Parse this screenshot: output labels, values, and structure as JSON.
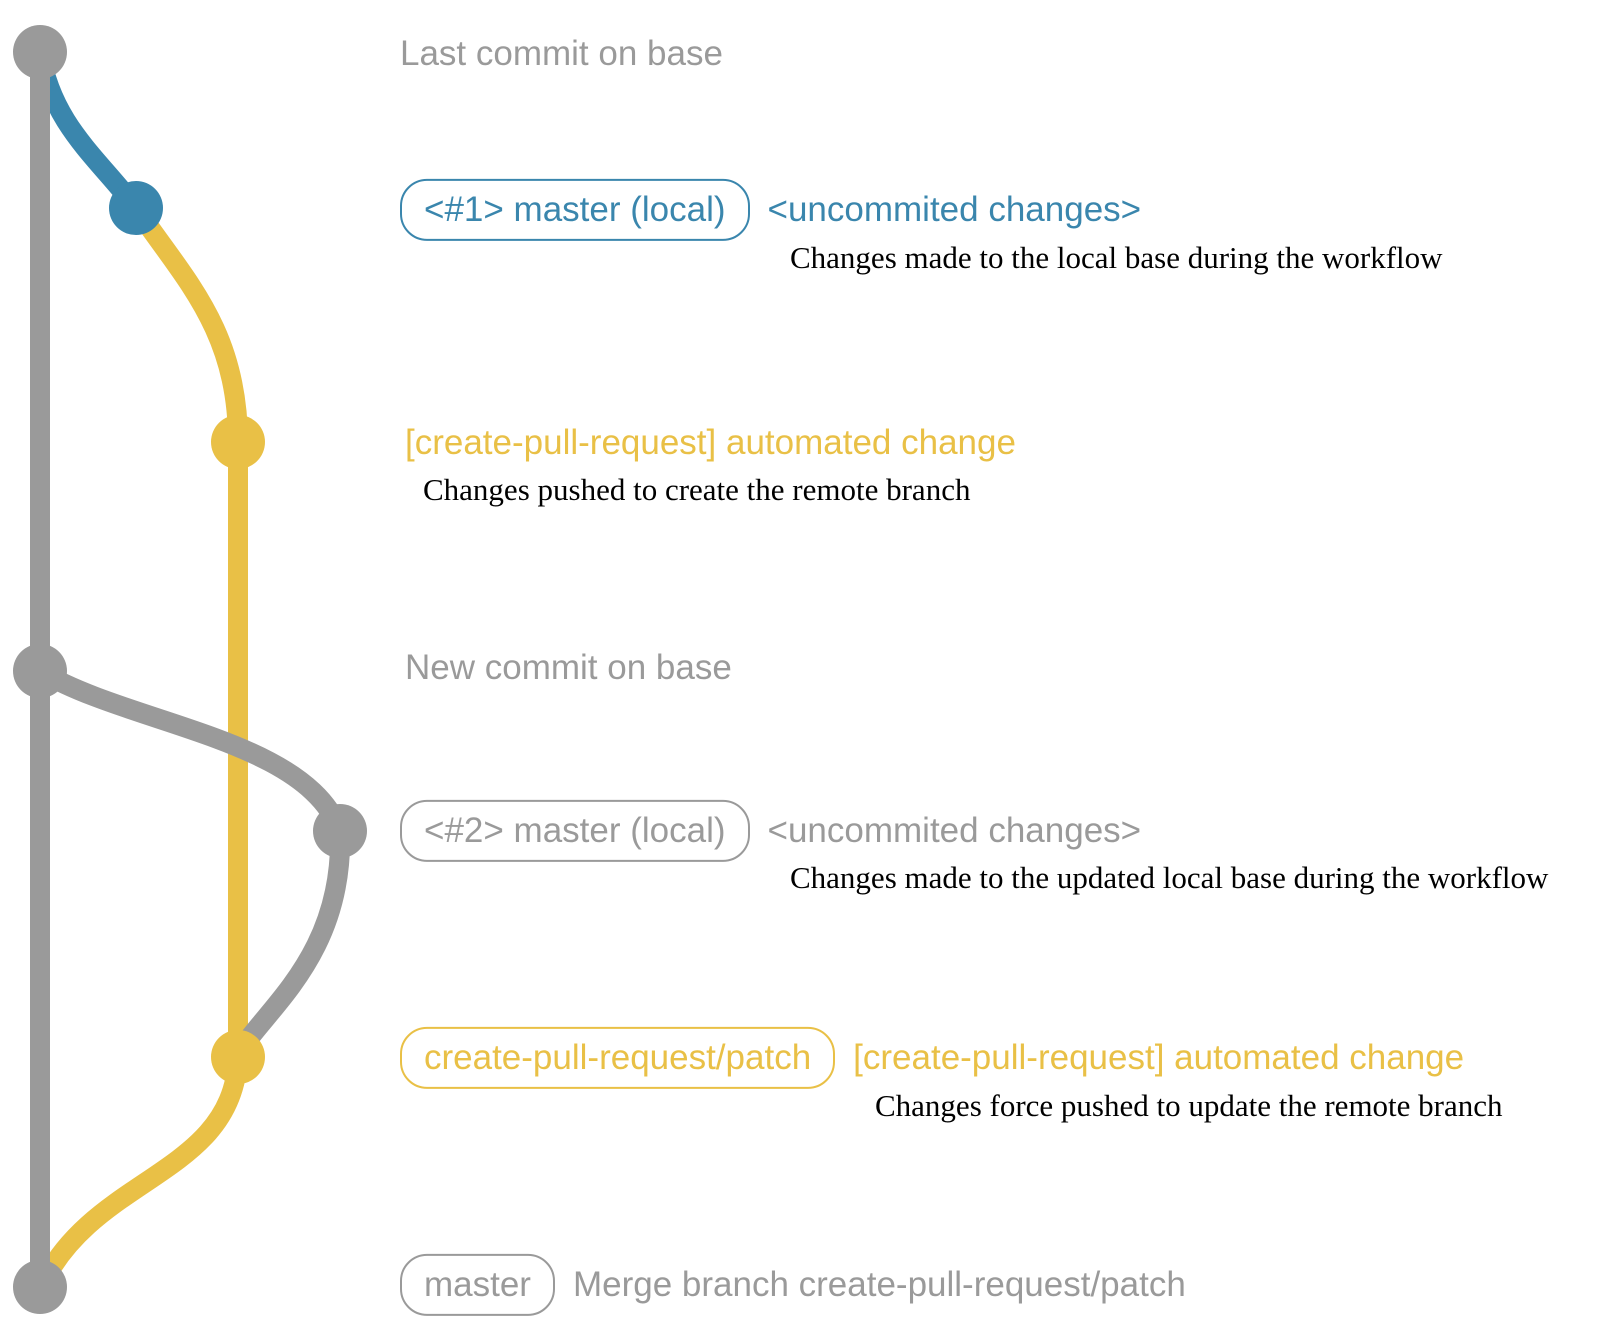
{
  "colors": {
    "gray": "#9a9a9a",
    "blue": "#3a86ad",
    "yellow": "#e9c046",
    "caption_text": "#000000",
    "background": "#ffffff"
  },
  "annotations": {
    "top_label": "Last commit on base",
    "row1_badge": "<#1> master (local)",
    "row1_label": "<uncommited changes>",
    "row1_caption": "Changes made to the local base during the workflow",
    "row2_label": "[create-pull-request] automated change",
    "row2_caption": "Changes pushed to create the remote branch",
    "mid_label": "New commit on base",
    "row3_badge": "<#2> master (local)",
    "row3_label": "<uncommited changes>",
    "row3_caption": "Changes made to the updated local base during the workflow",
    "row4_badge": "create-pull-request/patch",
    "row4_label": "[create-pull-request] automated change",
    "row4_caption": "Changes force pushed to update the remote branch",
    "row5_badge": "master",
    "row5_label": "Merge branch create-pull-request/patch"
  },
  "graph": {
    "branches": [
      {
        "id": "base",
        "color": "#9a9a9a"
      },
      {
        "id": "master-local",
        "color": "#3a86ad"
      },
      {
        "id": "create-pull-request/patch",
        "color": "#e9c046"
      }
    ],
    "commits": [
      {
        "name": "last-commit-on-base",
        "branch": "base",
        "color": "#9a9a9a"
      },
      {
        "name": "uncommitted-changes-1",
        "branch": "master-local",
        "color": "#3a86ad"
      },
      {
        "name": "automated-change-1",
        "branch": "create-pull-request/patch",
        "color": "#e9c046"
      },
      {
        "name": "new-commit-on-base",
        "branch": "base",
        "color": "#9a9a9a"
      },
      {
        "name": "uncommitted-changes-2",
        "branch": "master-local",
        "color": "#9a9a9a"
      },
      {
        "name": "automated-change-2",
        "branch": "create-pull-request/patch",
        "color": "#e9c046"
      },
      {
        "name": "merge-branch-commit",
        "branch": "base",
        "color": "#9a9a9a"
      }
    ]
  }
}
